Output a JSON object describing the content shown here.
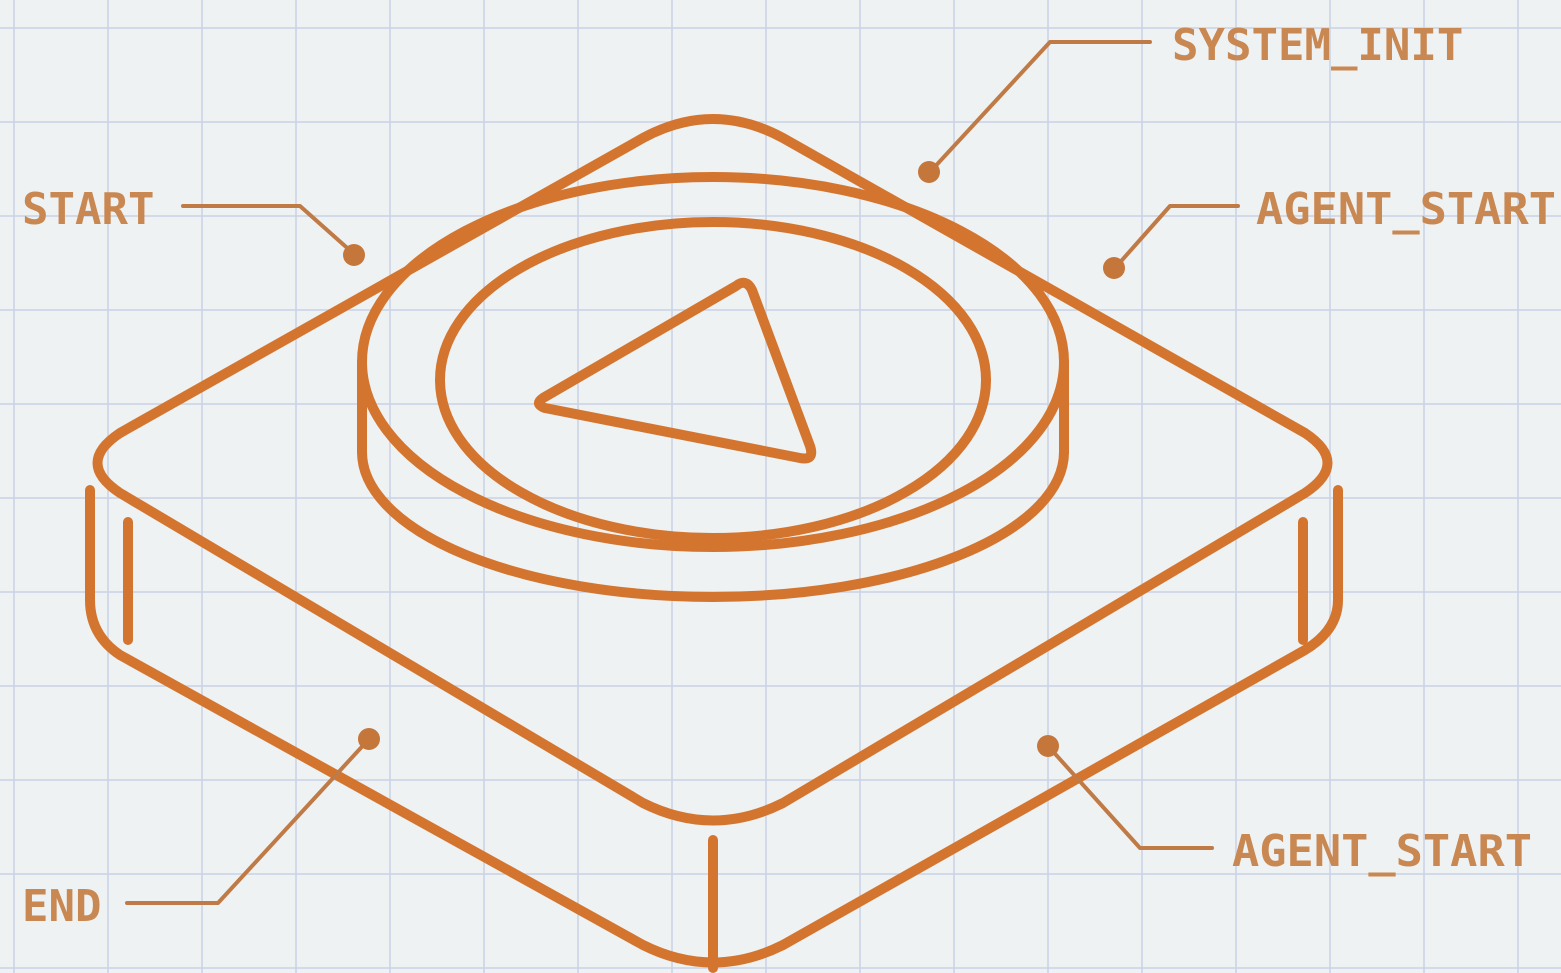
{
  "colors": {
    "background": "#eef2f3",
    "grid": "#c9d2e6",
    "stroke": "#d4752f",
    "label": "#c98852"
  },
  "icons": {
    "central_object": "play-button-base-icon"
  },
  "labels": {
    "system_init": "SYSTEM_INIT",
    "start": "START",
    "agent_start_top": "AGENT_START",
    "agent_start_bottom": "AGENT_START",
    "end": "END"
  }
}
